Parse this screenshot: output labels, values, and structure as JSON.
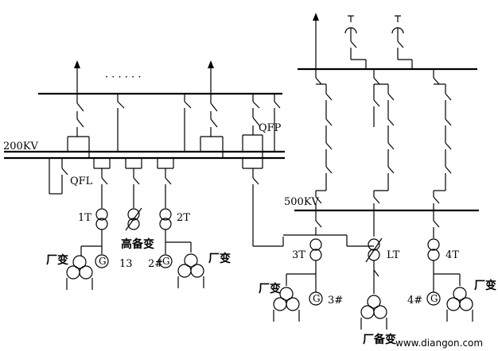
{
  "labels": {
    "bus_200kv": "200KV",
    "bus_500kv": "500KV",
    "qfl": "QFL",
    "qfp": "QFP",
    "t1": "1T",
    "t2": "2T",
    "t3": "3T",
    "t4": "4T",
    "lt": "LT",
    "high_standby": "高备变",
    "plant_left_1": "厂变",
    "plant_left_2": "厂变",
    "plant_3": "厂变",
    "plant_4": "厂变",
    "plant_standby": "厂备变",
    "gen_13": "13",
    "gen_2": "2#",
    "gen_3": "3#",
    "gen_4": "4#",
    "g_symbol": "G",
    "dots": "· · · · · ·",
    "watermark": "www.diangon.com"
  }
}
